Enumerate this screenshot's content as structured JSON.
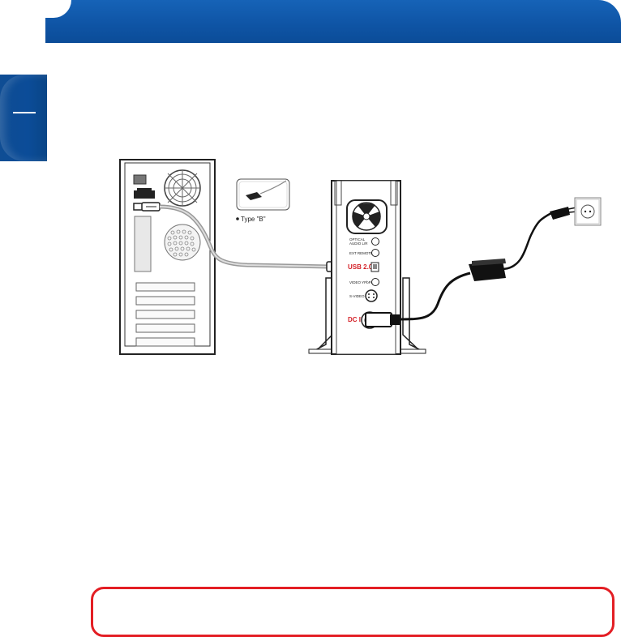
{
  "labels": {
    "type_b": "Type \"B\"",
    "usb": "USB 2.0",
    "dc_in": "DC IN",
    "optical": "OPTICAL",
    "audio_lr": "AUDIO L/R",
    "ext_remote": "EXT REMOTE",
    "video": "VIDEO YPbPr",
    "s_video": "S-VIDEO"
  },
  "colors": {
    "header_blue": "#0b4c98",
    "warning_red": "#e31e24",
    "port_label_red": "#d42027"
  }
}
